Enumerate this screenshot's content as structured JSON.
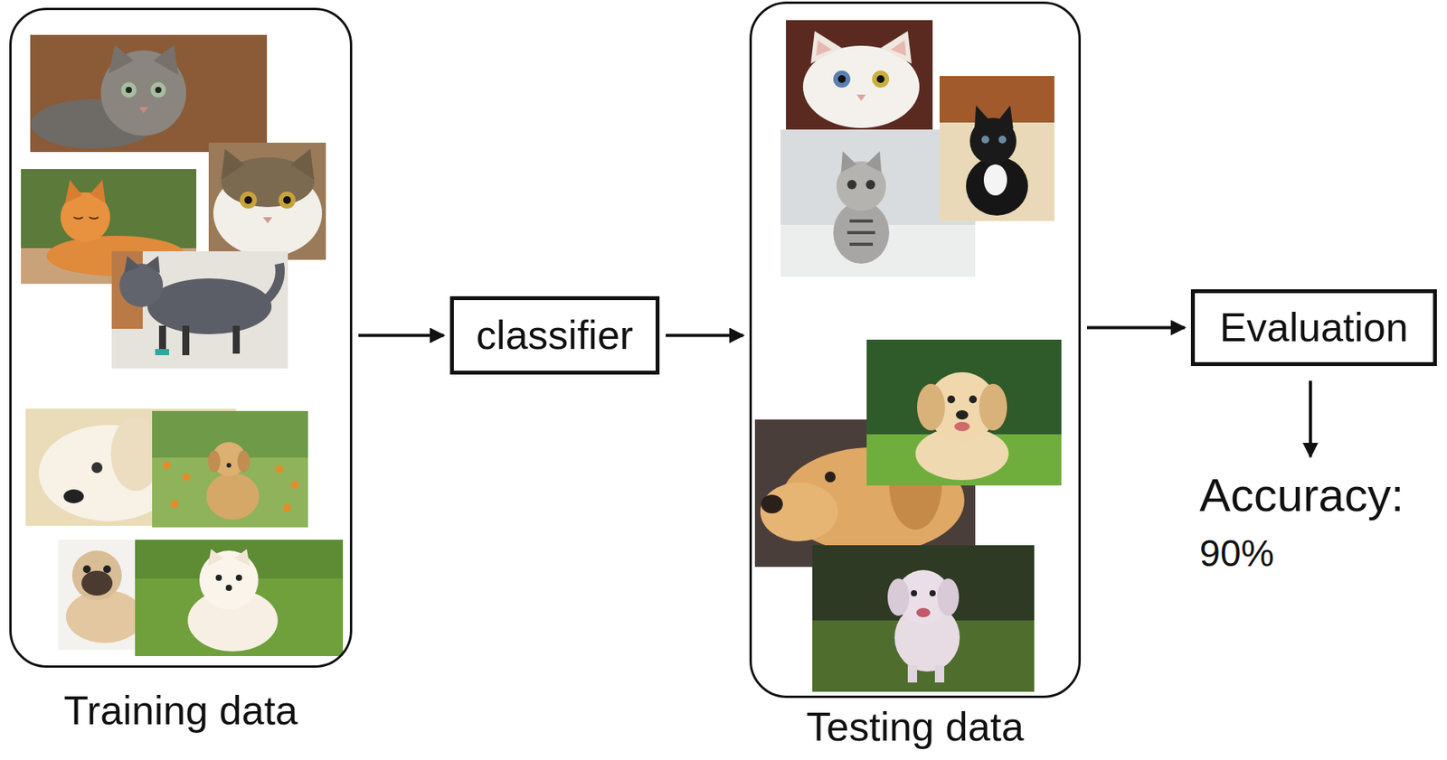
{
  "diagram": {
    "nodes": [
      {
        "text": [
          "Training data"
        ]
      },
      {
        "text": [
          "classifier"
        ]
      },
      {
        "text": [
          "Testing data"
        ]
      },
      {
        "text": [
          "Evaluation"
        ]
      }
    ],
    "edges": [
      {
        "from": 0,
        "to": 1,
        "arrow": "to"
      },
      {
        "from": 1,
        "to": 2,
        "arrow": "to"
      },
      {
        "from": 2,
        "to": 3,
        "arrow": "to"
      }
    ],
    "labels": [
      "Accuracy:",
      "90%"
    ]
  }
}
